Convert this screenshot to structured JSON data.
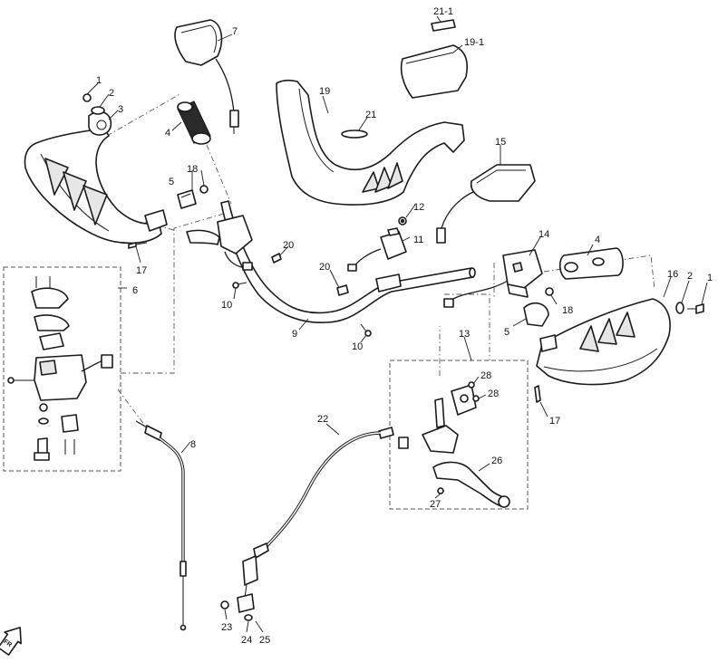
{
  "diagram": {
    "type": "exploded-parts-diagram",
    "callouts": [
      {
        "id": "c1a",
        "text": "1"
      },
      {
        "id": "c2a",
        "text": "2"
      },
      {
        "id": "c3",
        "text": "3"
      },
      {
        "id": "c4a",
        "text": "4"
      },
      {
        "id": "c5a",
        "text": "5"
      },
      {
        "id": "c6",
        "text": "6"
      },
      {
        "id": "c7",
        "text": "7"
      },
      {
        "id": "c8",
        "text": "8"
      },
      {
        "id": "c9",
        "text": "9"
      },
      {
        "id": "c10a",
        "text": "10"
      },
      {
        "id": "c10b",
        "text": "10"
      },
      {
        "id": "c11",
        "text": "11"
      },
      {
        "id": "c12",
        "text": "12"
      },
      {
        "id": "c13",
        "text": "13"
      },
      {
        "id": "c14",
        "text": "14"
      },
      {
        "id": "c15",
        "text": "15"
      },
      {
        "id": "c16",
        "text": "16"
      },
      {
        "id": "c17a",
        "text": "17"
      },
      {
        "id": "c17b",
        "text": "17"
      },
      {
        "id": "c18a",
        "text": "18"
      },
      {
        "id": "c18b",
        "text": "18"
      },
      {
        "id": "c19",
        "text": "19"
      },
      {
        "id": "c19_1",
        "text": "19-1"
      },
      {
        "id": "c20a",
        "text": "20"
      },
      {
        "id": "c20b",
        "text": "20"
      },
      {
        "id": "c21",
        "text": "21"
      },
      {
        "id": "c21_1",
        "text": "21-1"
      },
      {
        "id": "c22",
        "text": "22"
      },
      {
        "id": "c23",
        "text": "23"
      },
      {
        "id": "c24",
        "text": "24"
      },
      {
        "id": "c25",
        "text": "25"
      },
      {
        "id": "c26",
        "text": "26"
      },
      {
        "id": "c27",
        "text": "27"
      },
      {
        "id": "c28a",
        "text": "28"
      },
      {
        "id": "c28b",
        "text": "28"
      },
      {
        "id": "c1b",
        "text": "1"
      },
      {
        "id": "c2b",
        "text": "2"
      },
      {
        "id": "c4b",
        "text": "4"
      },
      {
        "id": "c5b",
        "text": "5"
      }
    ],
    "front_arrow": {
      "text": "FR",
      "icon": "front-direction-arrow-icon"
    }
  }
}
